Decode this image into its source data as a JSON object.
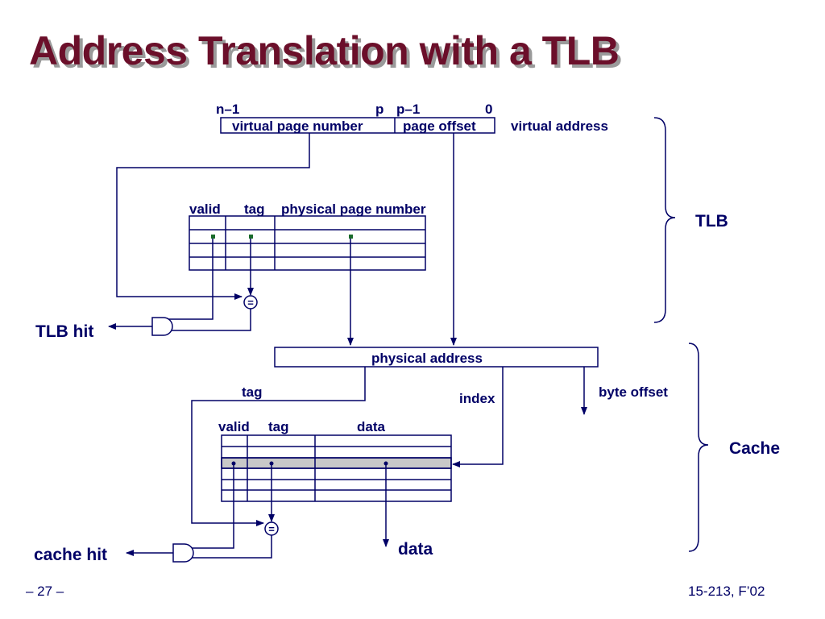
{
  "title": "Address Translation with a TLB",
  "virtual_address": {
    "bit_labels": {
      "n_minus_1": "n–1",
      "p": "p",
      "p_minus_1": "p–1",
      "zero": "0"
    },
    "fields": {
      "vpn": "virtual page number",
      "offset": "page offset"
    },
    "label": "virtual address"
  },
  "tlb": {
    "headers": {
      "valid": "valid",
      "tag": "tag",
      "ppn": "physical page number"
    },
    "brace_label": "TLB",
    "hit_label": "TLB hit",
    "compare_symbol": "="
  },
  "physical_address": {
    "label": "physical address",
    "fields": {
      "tag": "tag",
      "index": "index",
      "byte_offset": "byte offset"
    }
  },
  "cache": {
    "headers": {
      "valid": "valid",
      "tag": "tag",
      "data": "data"
    },
    "brace_label": "Cache",
    "hit_label": "cache hit",
    "compare_symbol": "=",
    "data_out_label": "data"
  },
  "footer": {
    "page_number": "– 27 –",
    "course": "15-213, F’02"
  },
  "colors": {
    "title": "#6b0f2a",
    "title_shadow": "#9a9a9a",
    "text": "#000066",
    "lines": "#000066",
    "highlight_row": "#c8c8c8",
    "dot": "#1a6b2a"
  }
}
